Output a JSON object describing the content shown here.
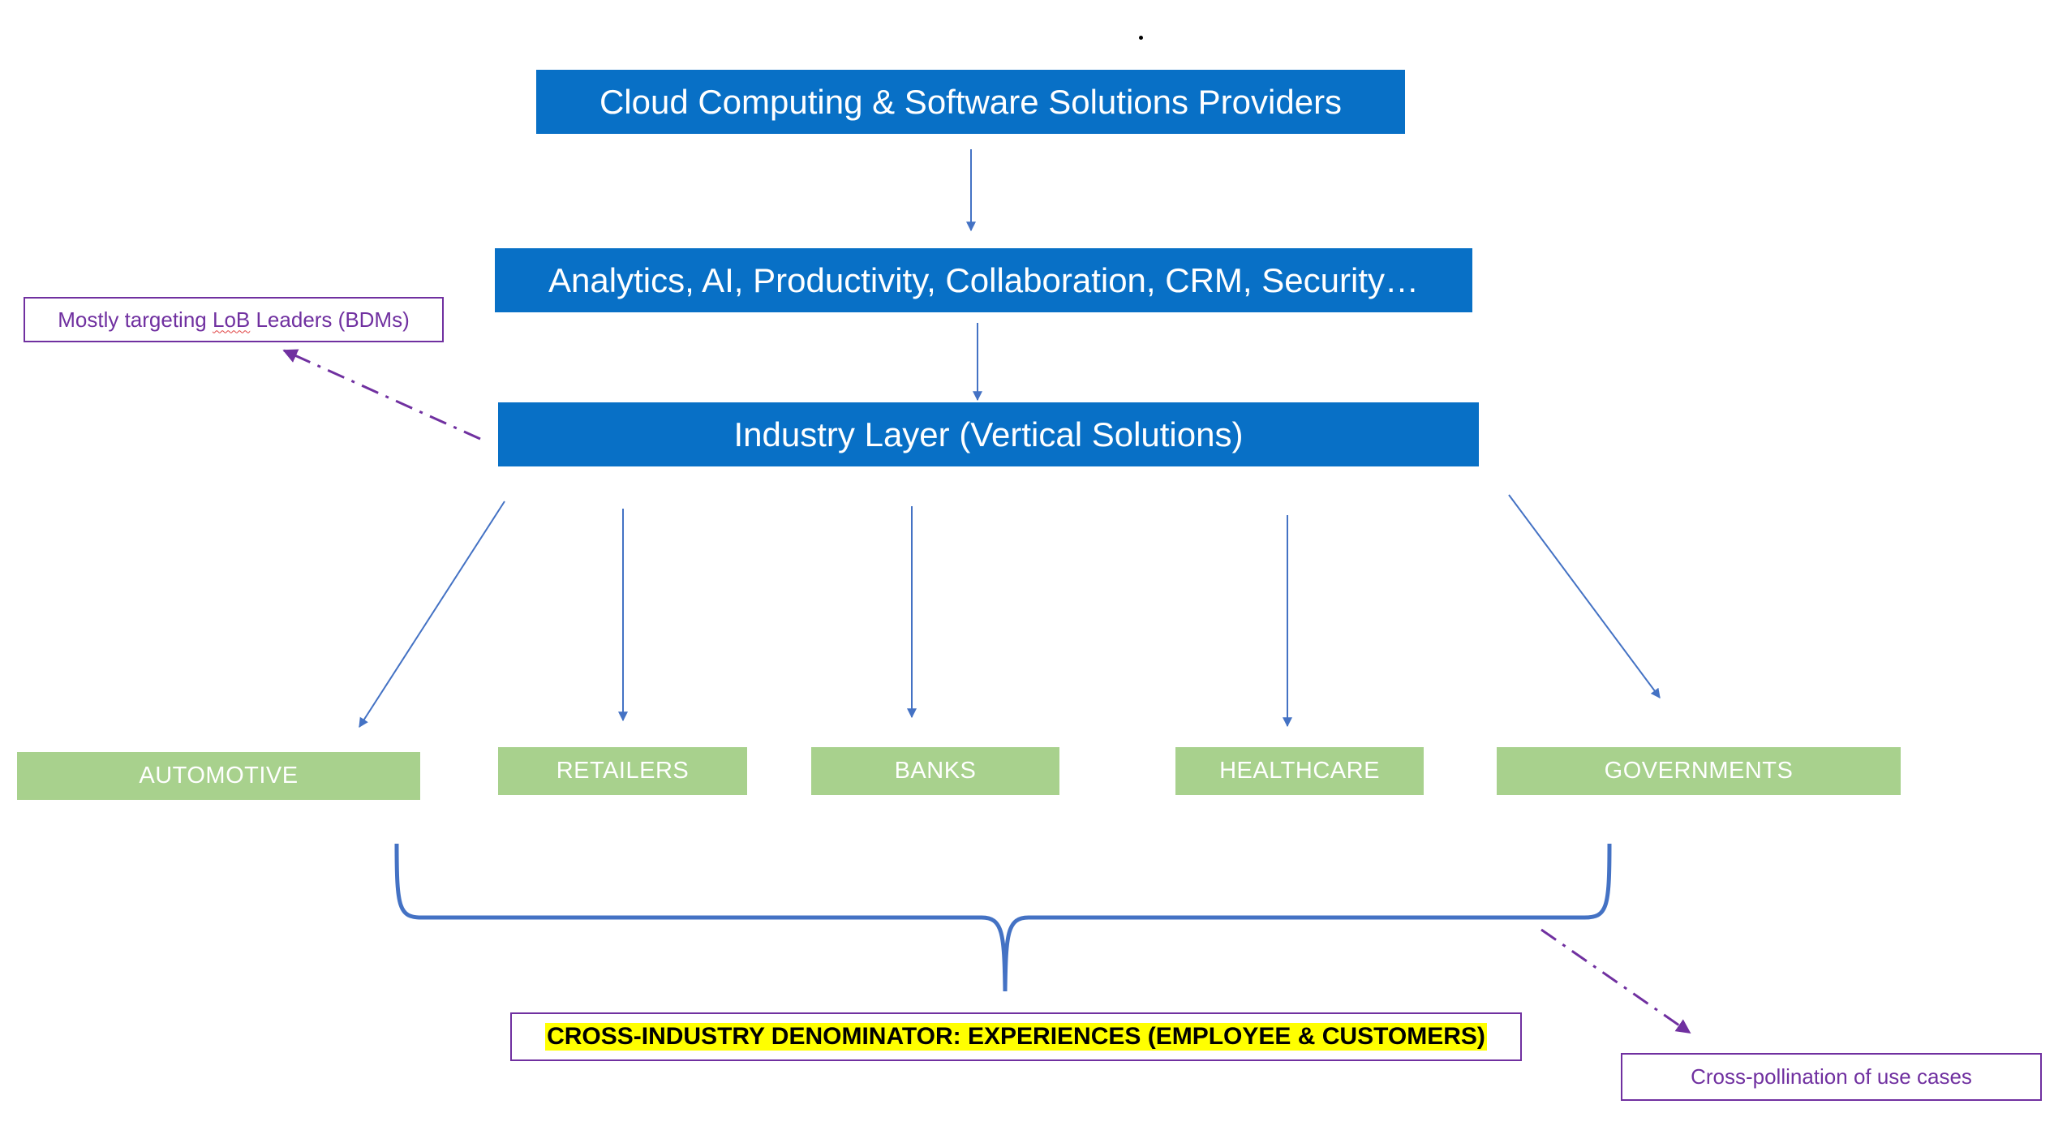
{
  "boxes": {
    "cloud": "Cloud Computing & Software Solutions Providers",
    "analytics": "Analytics, AI, Productivity, Collaboration, CRM, Security…",
    "industry": "Industry Layer (Vertical Solutions)"
  },
  "industries": [
    "AUTOMOTIVE",
    "RETAILERS",
    "BANKS",
    "HEALTHCARE",
    "GOVERNMENTS"
  ],
  "notes": {
    "lob_prefix": "Mostly targeting ",
    "lob_word": "LoB",
    "lob_suffix": " Leaders (BDMs)",
    "cross_pollination": "Cross-pollination of use cases",
    "denominator": "CROSS-INDUSTRY DENOMINATOR: EXPERIENCES (EMPLOYEE & CUSTOMERS)"
  },
  "colors": {
    "blue_box": "#0870c6",
    "green_box": "#a8d18d",
    "arrow": "#4472c4",
    "note_border": "#7030a0",
    "highlight": "#ffff00"
  }
}
